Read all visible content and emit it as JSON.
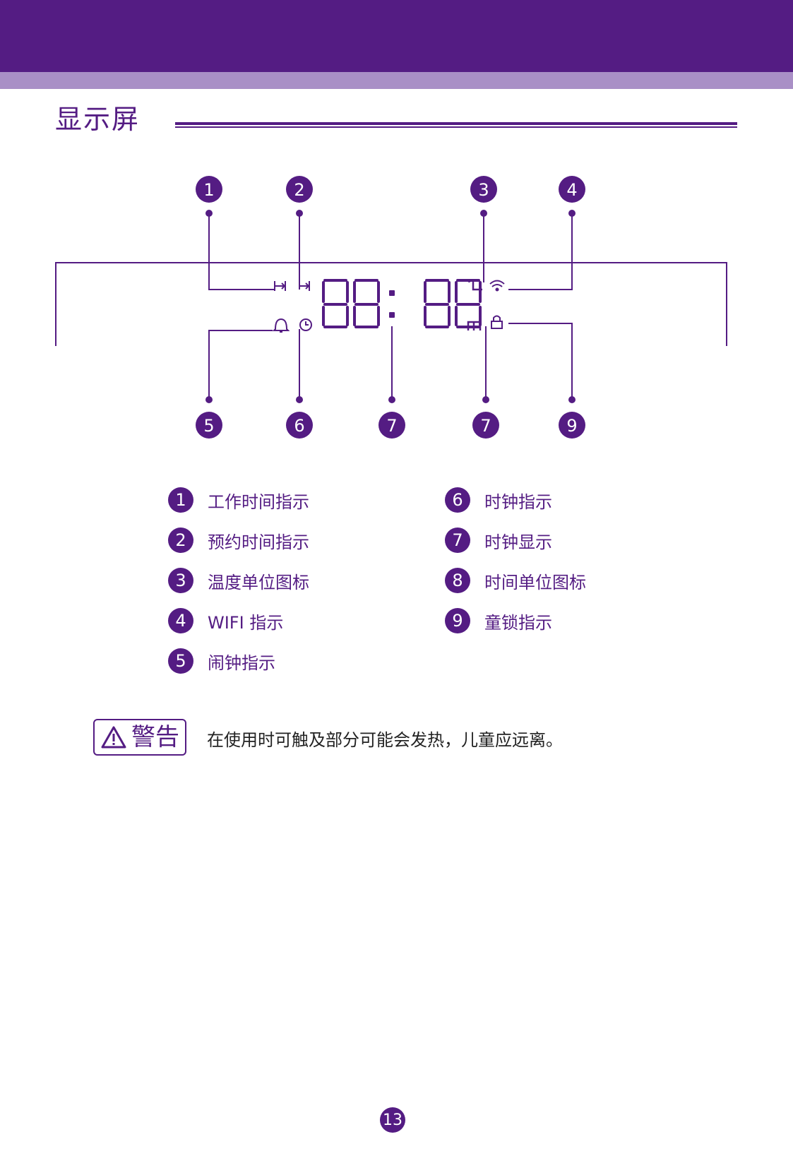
{
  "header": {
    "section_title": "显示屏"
  },
  "display": {
    "digits": "88:88",
    "callouts_top": [
      "1",
      "2",
      "3",
      "4"
    ],
    "callouts_bottom": [
      "5",
      "6",
      "7",
      "7",
      "9"
    ],
    "icons": [
      "work-time-icon",
      "preset-time-icon",
      "celsius-icon",
      "wifi-icon",
      "bell-icon",
      "clock-icon",
      "minute-unit-icon",
      "lock-icon"
    ]
  },
  "legend": {
    "left": [
      {
        "num": "1",
        "label": "工作时间指示"
      },
      {
        "num": "2",
        "label": "预约时间指示"
      },
      {
        "num": "3",
        "label": "温度单位图标"
      },
      {
        "num": "4",
        "label": "WIFI 指示"
      },
      {
        "num": "5",
        "label": "闹钟指示"
      }
    ],
    "right": [
      {
        "num": "6",
        "label": "时钟指示"
      },
      {
        "num": "7",
        "label": "时钟显示"
      },
      {
        "num": "8",
        "label": "时间单位图标"
      },
      {
        "num": "9",
        "label": "童锁指示"
      }
    ]
  },
  "warning": {
    "label": "警告",
    "text": "在使用时可触及部分可能会发热，儿童应远离。"
  },
  "footer": {
    "page_number": "13"
  },
  "colors": {
    "accent": "#541c83",
    "band_light": "#a98fc6"
  }
}
